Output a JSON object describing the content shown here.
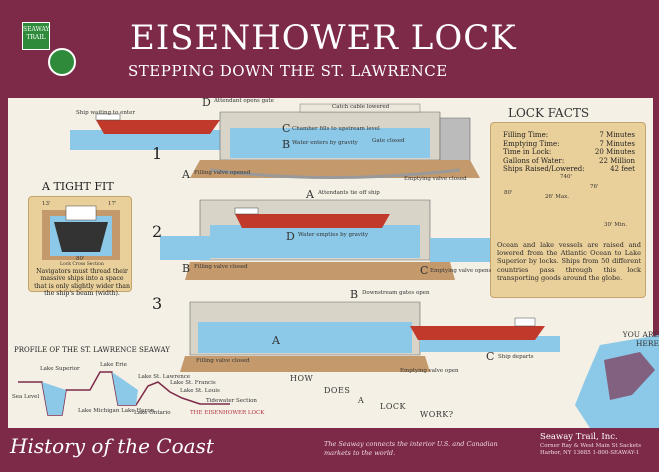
{
  "header": {
    "title": "EISENHOWER LOCK",
    "subtitle": "STEPPING DOWN THE ST. LAWRENCE",
    "logo_text": "SEAWAY TRAIL"
  },
  "lock_facts": {
    "title": "LOCK FACTS",
    "rows": [
      {
        "label": "Filling Time:",
        "value": "7 Minutes"
      },
      {
        "label": "Emptying Time:",
        "value": "7 Minutes"
      },
      {
        "label": "Time in Lock:",
        "value": "20 Minutes"
      },
      {
        "label": "Gallons of Water:",
        "value": "22 Million"
      },
      {
        "label": "Ships Raised/Lowered:",
        "value": "42 feet"
      }
    ],
    "diagram_labels": {
      "top": "740'",
      "width": "80'",
      "depth": "76'",
      "max": "26' Max.",
      "min": "30' Min."
    },
    "paragraph": "Ocean and lake vessels are raised and lowered from the Atlantic Ocean to Lake Superior by locks. Ships from 50 different countries pass through this lock transporting goods around the globe."
  },
  "tight_fit": {
    "title": "A TIGHT FIT",
    "left_dim": "13'",
    "right_dim": "17'",
    "width_dim": "80'",
    "caption": "Lock Cross Section",
    "note": "Navigators must thread their massive ships into a space that is only slightly wider than the ship's beam (width)."
  },
  "steps": {
    "s1": {
      "num": "1",
      "ship": "Ship waiting to enter",
      "d": "D",
      "d_text": "Attendant opens gate",
      "c": "C",
      "c_text": "Chamber fills to upstream level",
      "catch": "Catch cable lowered",
      "b": "B",
      "b_text": "Water enters by gravity",
      "gate": "Gate closed",
      "a": "A",
      "a_text": "Filling valve opened",
      "empty": "Emptying valve closed"
    },
    "s2": {
      "num": "2",
      "a": "A",
      "a_text": "Attendants tie off ship",
      "d": "D",
      "d_text": "Water empties by gravity",
      "b": "B",
      "b_text": "Filling valve closed",
      "c": "C",
      "c_text": "Emptying valve opens"
    },
    "s3": {
      "num": "3",
      "b": "B",
      "b_text": "Downstream gates open",
      "a": "A",
      "filling": "Filling valve closed",
      "empty": "Emptying valve open",
      "c": "C",
      "c_text": "Ship departs"
    }
  },
  "how": [
    "HOW",
    "DOES",
    "A",
    "LOCK",
    "WORK?"
  ],
  "profile": {
    "title": "PROFILE OF THE ST. LAWRENCE SEAWAY",
    "sea_level": "Sea Level",
    "labels": [
      "Lake Superior",
      "Lake Erie",
      "Lake Michigan Lake Huron",
      "Lake Ontario",
      "Lake St. Lawrence",
      "Lake St. Francis",
      "Lake St. Louis",
      "Tidewater Section"
    ],
    "eisenhower": "THE EISENHOWER LOCK"
  },
  "you_are_here": "YOU ARE HERE",
  "footer": {
    "history": "History of the Coast",
    "note": "The Seaway connects the interior U.S. and Canadian markets to the world.",
    "org": "Seaway Trail, Inc.",
    "address": "Corner Ray & West Main St Sackets Harbor, NY 13685 1-800-SEAWAY-1"
  },
  "colors": {
    "frame": "#7d2a48",
    "panel": "#f4f0e6",
    "facts": "#e9cf9a",
    "water": "#8cc8e8",
    "hull": "#c0392b"
  }
}
